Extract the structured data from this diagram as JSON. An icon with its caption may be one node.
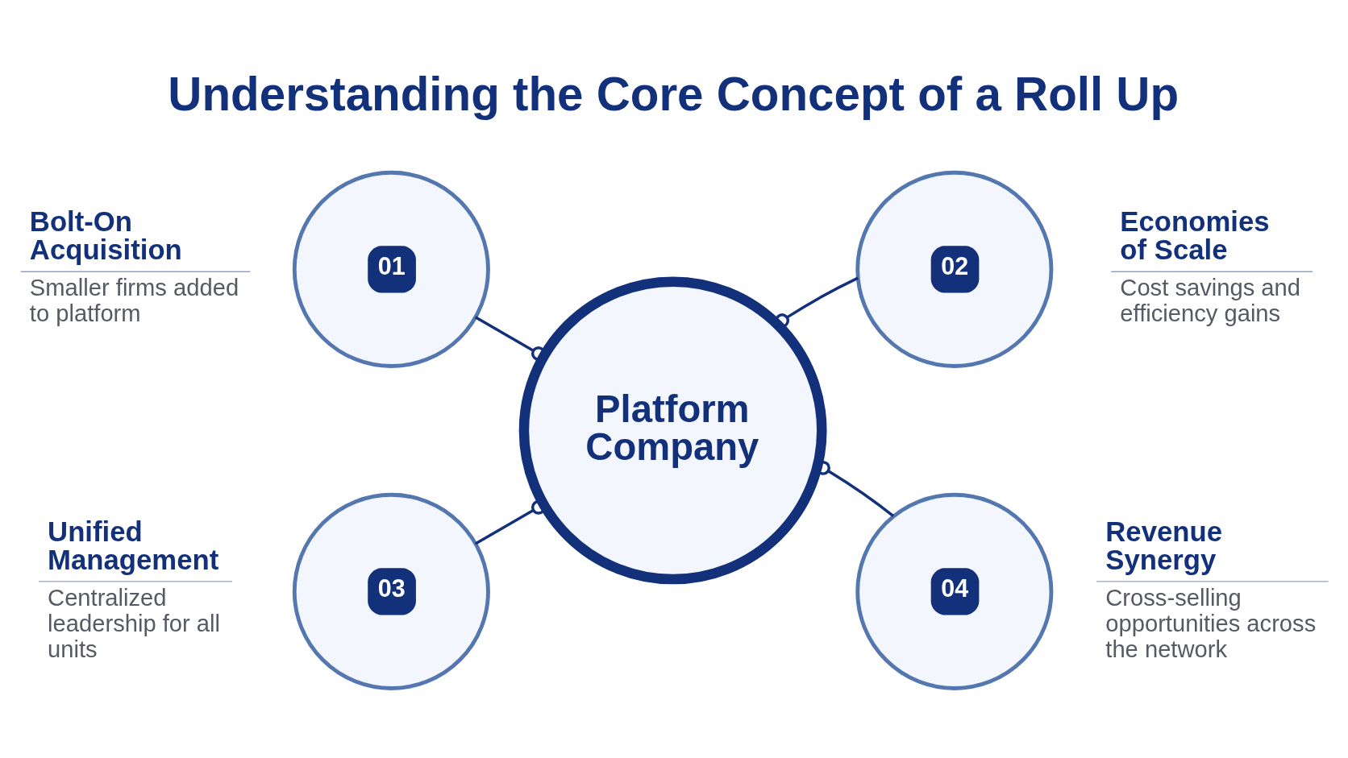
{
  "diagram": {
    "title": "Understanding the Core Concept of a Roll Up",
    "nodes": [
      {
        "text": [
          "Platform Company"
        ]
      },
      {
        "text": [
          "01"
        ],
        "beside": [
          "Bolt-On Acquisition",
          "Smaller firms added to platform"
        ]
      },
      {
        "text": [
          "02"
        ],
        "beside": [
          "Economies of Scale",
          "Cost savings and efficiency gains"
        ]
      },
      {
        "text": [
          "03"
        ],
        "beside": [
          "Unified Management",
          "Centralized leadership for all units"
        ]
      },
      {
        "text": [
          "04"
        ],
        "beside": [
          "Revenue Synergy",
          "Cross-selling opportunities across the network"
        ]
      }
    ],
    "edges": [
      {
        "from": 1,
        "to": 0,
        "arrow": "other"
      },
      {
        "from": 2,
        "to": 0,
        "arrow": "other"
      },
      {
        "from": 3,
        "to": 0,
        "arrow": "other"
      },
      {
        "from": 4,
        "to": 0,
        "arrow": "other"
      }
    ]
  }
}
